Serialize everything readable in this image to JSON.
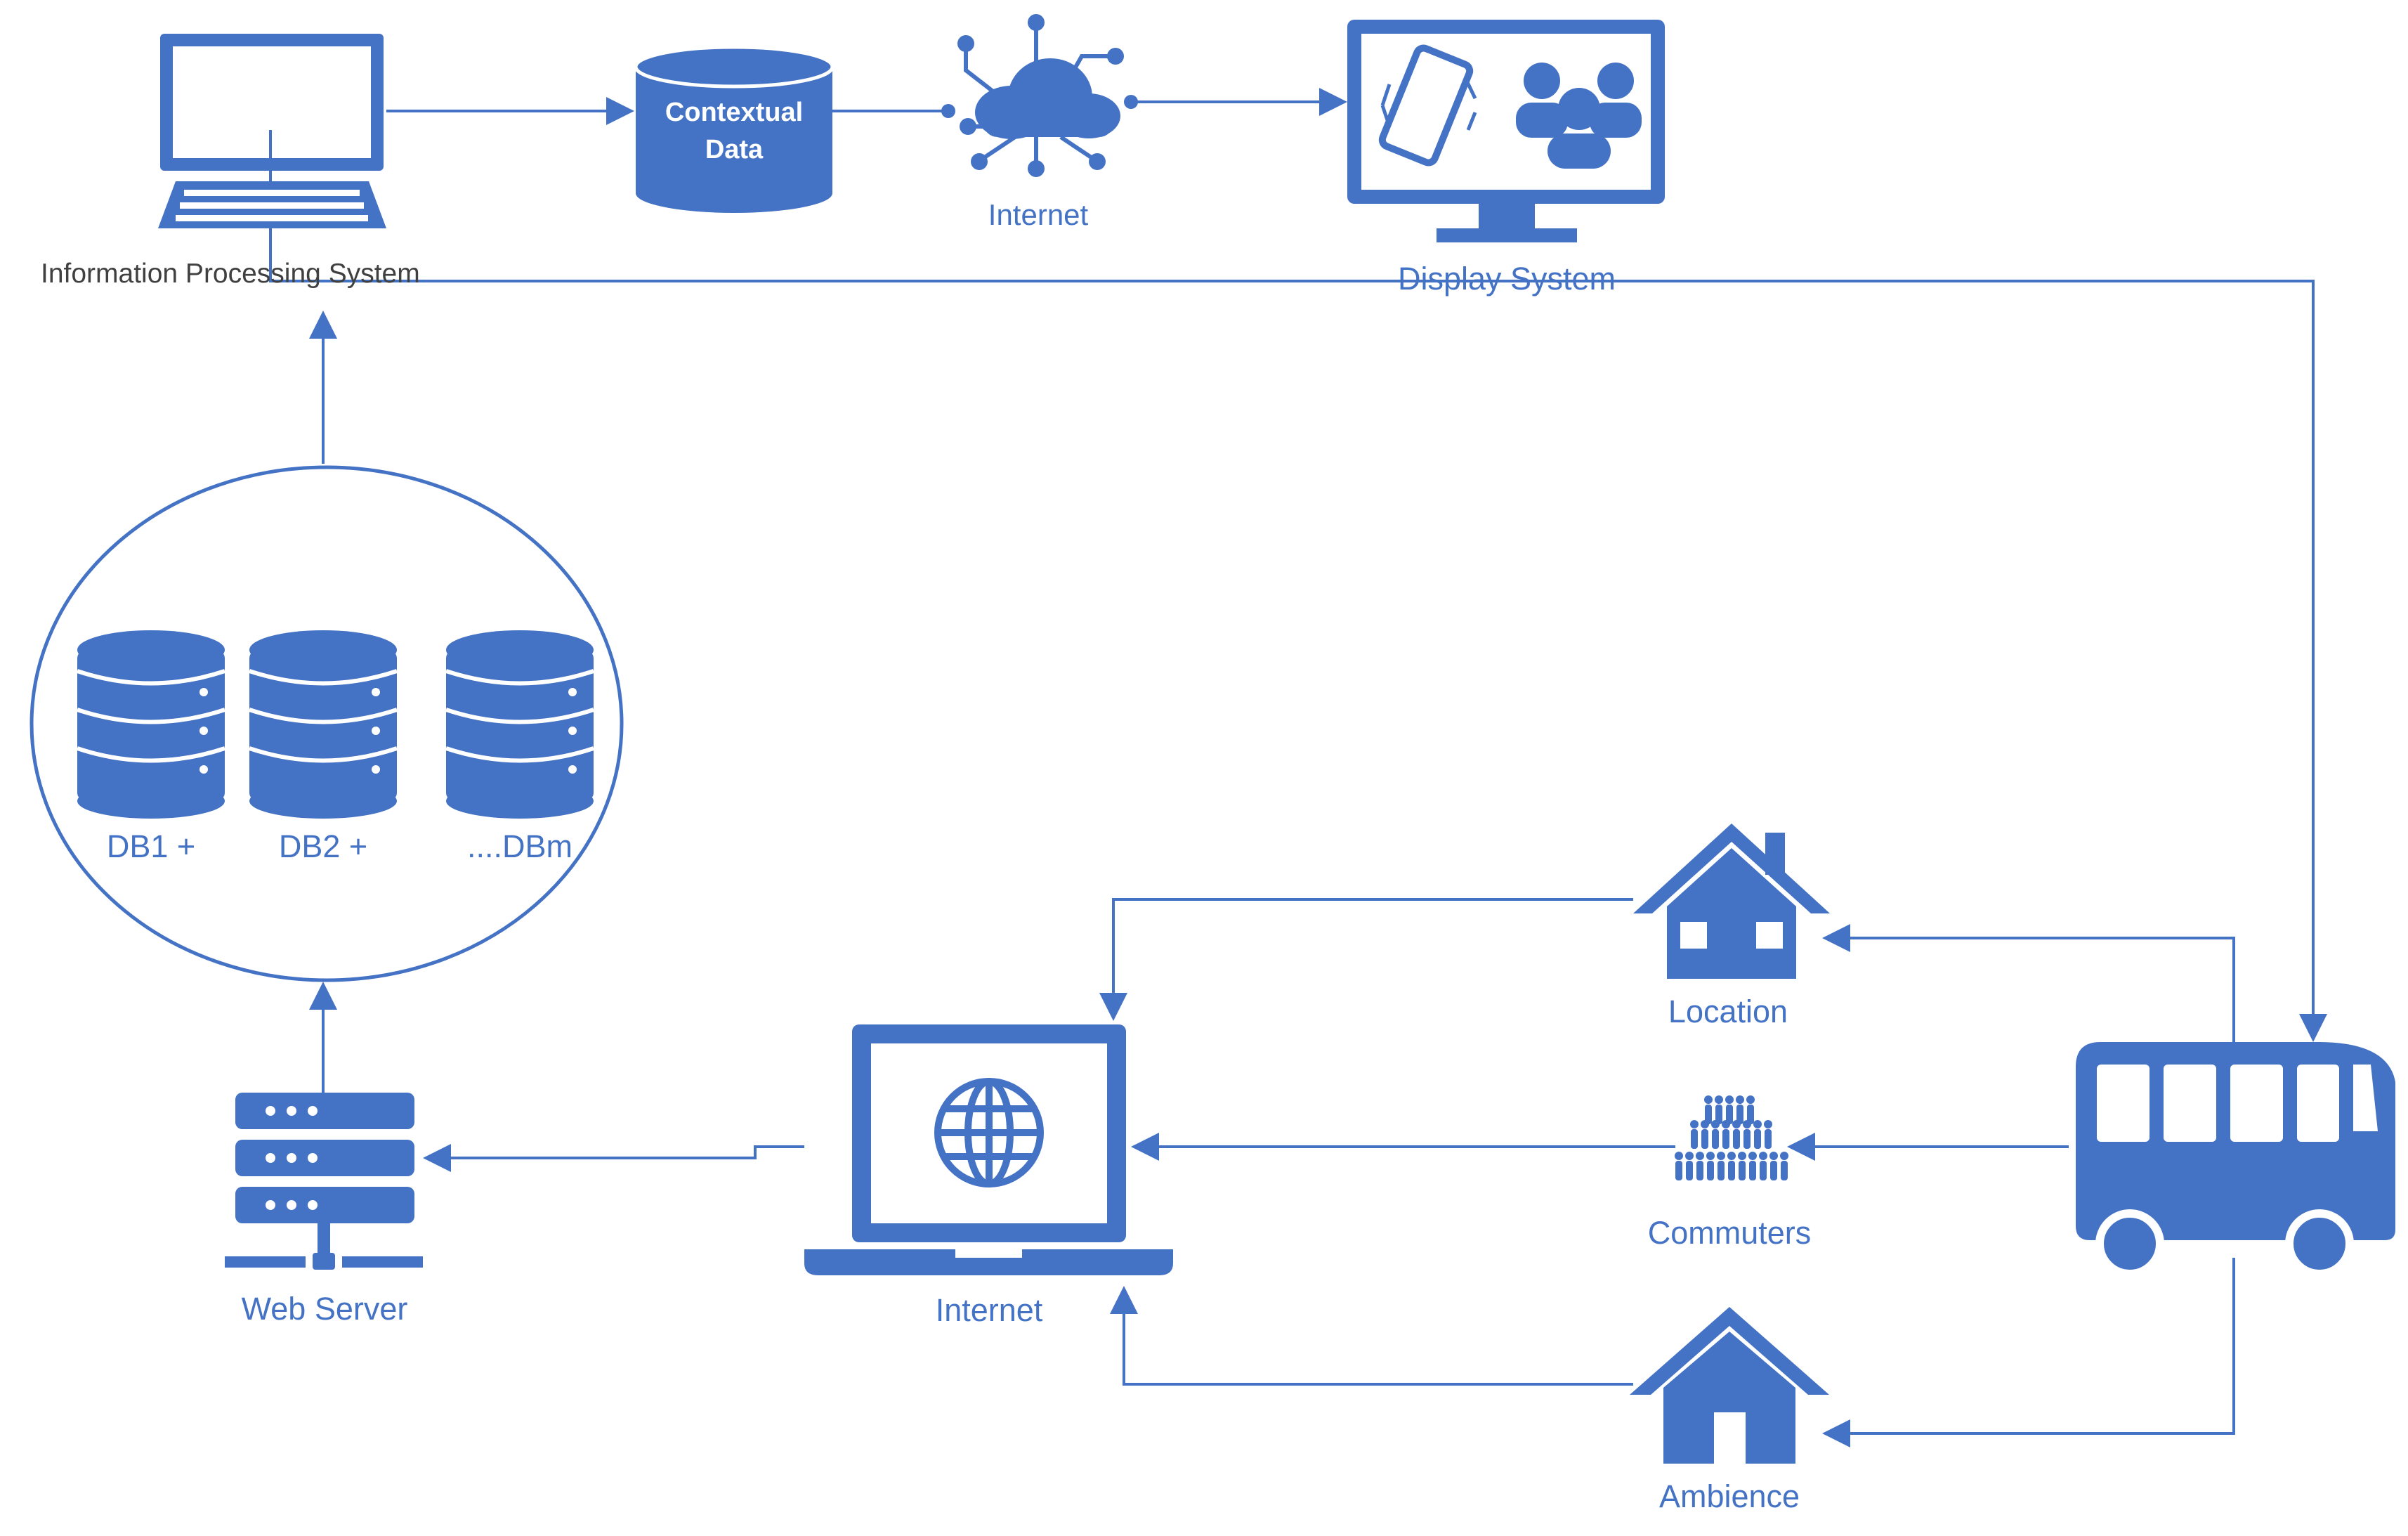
{
  "labels": {
    "info_processing": "Information Processing System",
    "contextual_data_line1": "Contextual",
    "contextual_data_line2": "Data",
    "internet_cloud": "Internet",
    "display_system": "Display System",
    "db1": "DB1 +",
    "db2": "DB2 +",
    "dbm": "....DBm",
    "web_server": "Web Server",
    "internet_laptop": "Internet",
    "location": "Location",
    "commuters": "Commuters",
    "ambience": "Ambience"
  },
  "colors": {
    "primary": "#4472c4",
    "background": "#ffffff"
  },
  "icons": [
    "desktop-computer-icon",
    "database-icon",
    "cloud-network-icon",
    "monitor-display-icon",
    "server-rack-icon",
    "laptop-globe-icon",
    "house-icon",
    "crowd-icon",
    "bus-icon"
  ]
}
